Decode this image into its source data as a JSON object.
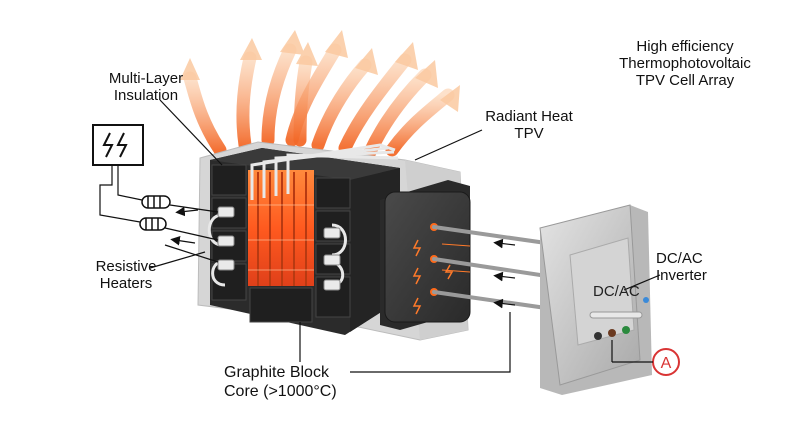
{
  "labels": {
    "tpv_array": [
      "High efficiency",
      "Thermophotovoltaic",
      "TPV Cell Array"
    ],
    "insulation": [
      "Multi-Layer",
      "Insulation"
    ],
    "radiant_heat": [
      "Radiant Heat",
      "TPV"
    ],
    "resistive_heaters": [
      "Resistive",
      "Heaters"
    ],
    "graphite_core": [
      "Graphite Block",
      "Core (>1000°C)"
    ],
    "inverter": [
      "DC/AC",
      "Inverter"
    ],
    "inverter_panel": "DC/AC",
    "ammeter": "A"
  },
  "colors": {
    "core_glow": "#ff5a1f",
    "heat_arrow": "#f7a86a",
    "block_dark": "#2b2b2b",
    "insulation": "#d9d9d9",
    "inverter_body": "#c9c9c9",
    "ammeter": "#d93434",
    "tpv_cell": "#ff6a1a"
  },
  "icons": [
    "power-source-lightning-icon",
    "resistor-icon",
    "lightning-icon",
    "ammeter-icon"
  ]
}
